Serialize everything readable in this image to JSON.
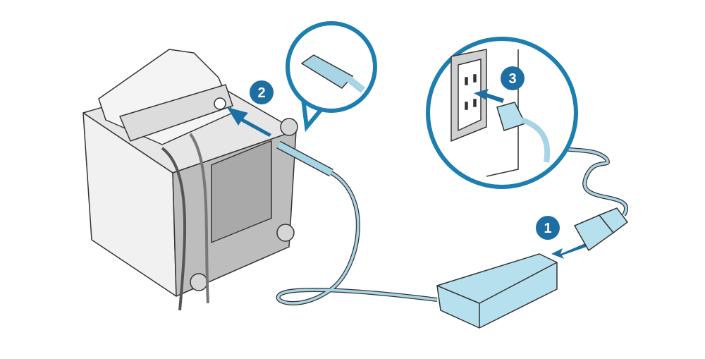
{
  "steps": [
    {
      "number": "1"
    },
    {
      "number": "2"
    },
    {
      "number": "3"
    }
  ],
  "colors": {
    "badge": "#1d6fa3",
    "cable": "#a8d5e6",
    "outline": "#333333",
    "printer_body": "#ececec",
    "printer_shadow": "#c9c9c9",
    "callout_ring": "#1d7fb0"
  },
  "icons": [
    "printer",
    "power-adapter",
    "ac-cord",
    "wall-outlet",
    "dc-plug",
    "arrow"
  ]
}
